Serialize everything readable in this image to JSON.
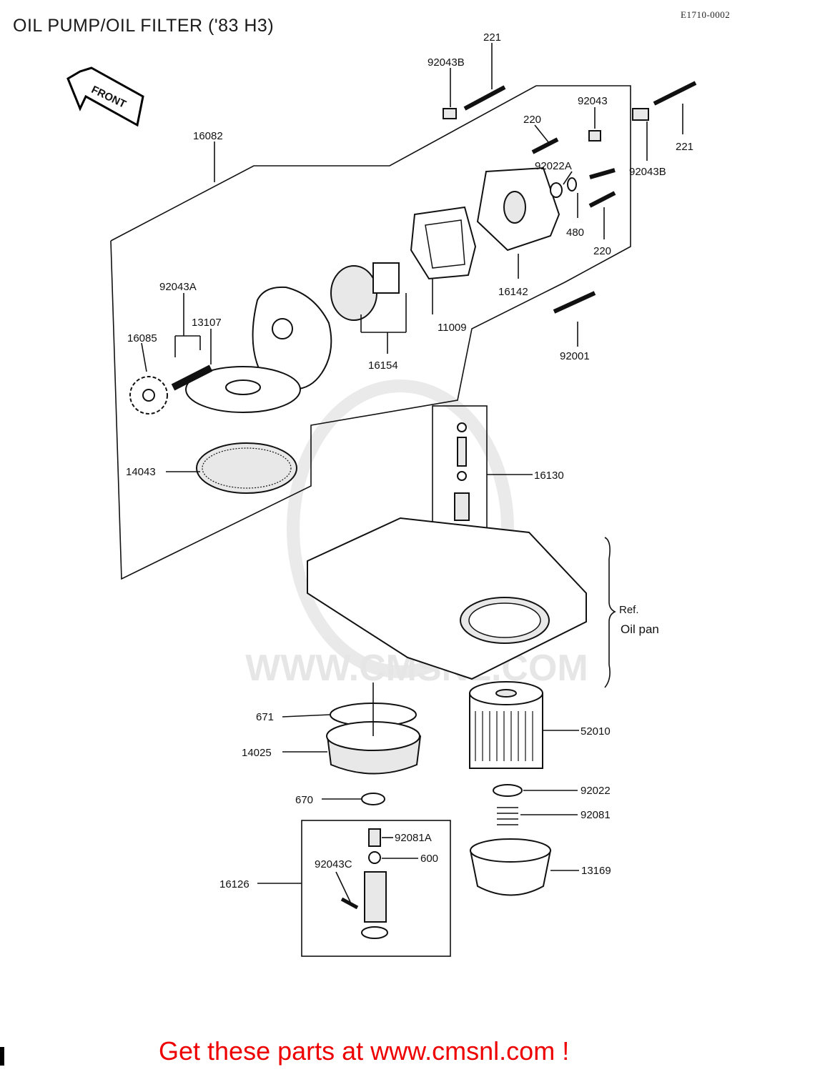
{
  "title": "OIL PUMP/OIL FILTER ('83 H3)",
  "diagram_code": "E1710-0002",
  "front_label": "FRONT",
  "watermark": "WWW.CMSNL.COM",
  "ref_label": "Ref.",
  "ref_name": "Oil pan",
  "cta": "Get these parts at www.cmsnl.com !",
  "parts": {
    "p221_top": "221",
    "p92043B_top": "92043B",
    "p16082": "16082",
    "p220_top": "220",
    "p92043": "92043",
    "p221_right": "221",
    "p92022A": "92022A",
    "p92043B_right": "92043B",
    "p480": "480",
    "p220_right": "220",
    "p16142": "16142",
    "p92043A": "92043A",
    "p13107": "13107",
    "p16085": "16085",
    "p11009": "11009",
    "p16154": "16154",
    "p92001": "92001",
    "p14043": "14043",
    "p16130": "16130",
    "p671": "671",
    "p52010": "52010",
    "p14025": "14025",
    "p670": "670",
    "p92022": "92022",
    "p92081": "92081",
    "p92081A": "92081A",
    "p600": "600",
    "p92043C": "92043C",
    "p16126": "16126",
    "p13169": "13169"
  }
}
